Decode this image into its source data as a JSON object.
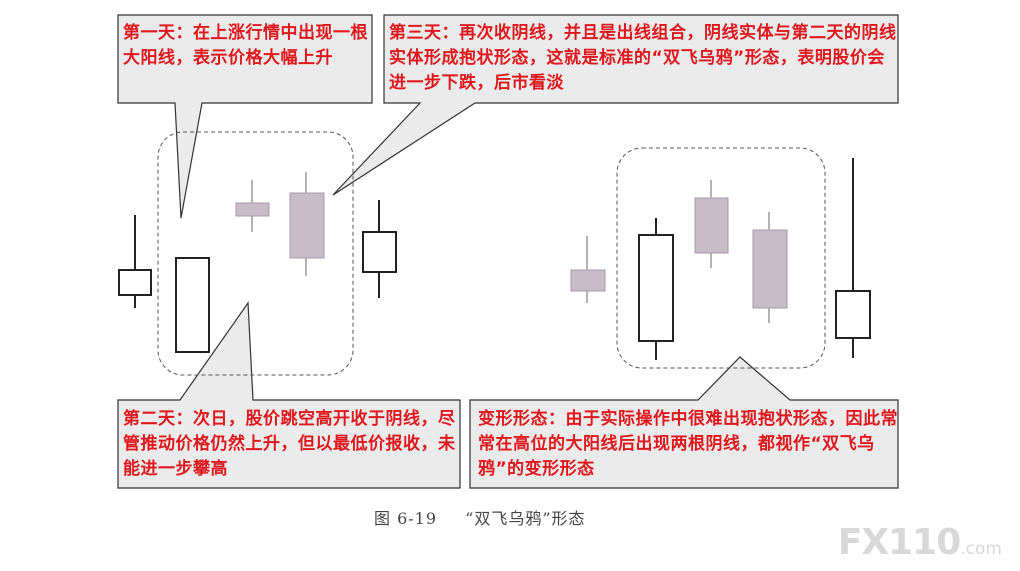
{
  "callouts": {
    "day1": "第一天：在上涨行情中出现一根大阳线，表示价格大幅上升",
    "day3": "第三天：再次收阴线，并且是出线组合，阴线实体与第二天的阴线实体形成抱状形态，这就是标准的“双飞乌鸦”形态，表明股价会进一步下跌，后市看淡",
    "day2": "第二天：次日，股价跳空高开收于阴线，尽管推动价格仍然上升，但以最低价报收，未能进一步攀高",
    "variant": "变形形态：由于实际操作中很难出现抱状形态，因此常常在高位的大阳线后出现两根阴线，都视作“双飞乌鸦”的变形形态"
  },
  "caption": {
    "figure_number": "图 6-19",
    "title": "“双飞乌鸦”形态"
  },
  "watermark": {
    "text_large": "FX110",
    "text_small": ".com"
  },
  "colors": {
    "callout_text": "#e0181e",
    "bull_candle": "#222222",
    "bear_candle": "#c8bcc8",
    "dashed_box": "#555555"
  },
  "icons": [
    "logo-icon"
  ]
}
